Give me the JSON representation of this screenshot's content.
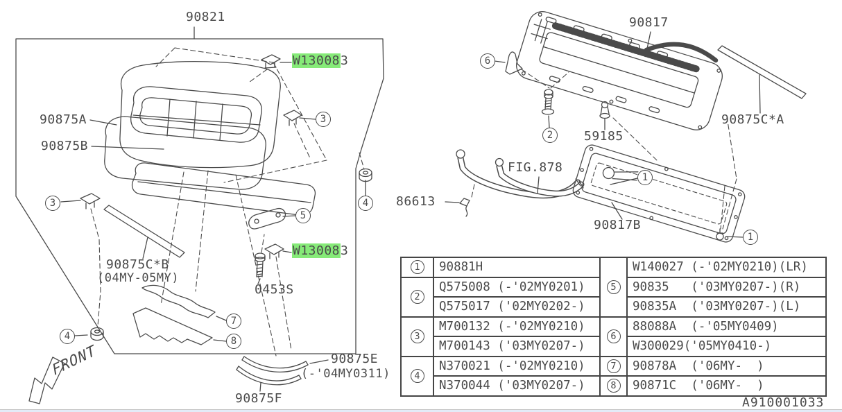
{
  "doc": {
    "number": "A910001033"
  },
  "colors": {
    "highlight": "#86ea78",
    "line": "#4a4a4a",
    "footer_strip": "#e3ebf7"
  },
  "labels": {
    "p90821": "90821",
    "p90875A": "90875A",
    "p90875B": "90875B",
    "w130083_hl": "W13008",
    "w130083_rest": "3",
    "p90875CB": "90875C*B",
    "p90875CB_range": "(04MY-05MY)",
    "p0453S": "0453S",
    "p90875E": "90875E",
    "p90875E_range": "(-'04MY0311)",
    "p90875F": "90875F",
    "front": "FRONT",
    "p90817": "90817",
    "p90875CA": "90875C*A",
    "p59185": "59185",
    "p86613": "86613",
    "fig878": "FIG.878",
    "p90817B": "90817B"
  },
  "callouts": [
    {
      "n": "3"
    },
    {
      "n": "4"
    },
    {
      "n": "3"
    },
    {
      "n": "5"
    },
    {
      "n": "7"
    },
    {
      "n": "8"
    },
    {
      "n": "4"
    },
    {
      "n": "6"
    },
    {
      "n": "2"
    },
    {
      "n": "1"
    },
    {
      "n": "1"
    }
  ],
  "table": {
    "left": [
      {
        "num": "1",
        "rows": [
          "90881H"
        ]
      },
      {
        "num": "2",
        "rows": [
          "Q575008 (-'02MY0201)",
          "Q575017 ('02MY0202-)"
        ]
      },
      {
        "num": "3",
        "rows": [
          "M700132 (-'02MY0210)",
          "M700143 ('03MY0207-)"
        ]
      },
      {
        "num": "4",
        "rows": [
          "N370021 (-'02MY0210)",
          "N370044 ('03MY0207-)"
        ]
      }
    ],
    "right": [
      {
        "num": "5",
        "rows": [
          "W140027 (-'02MY0210)(LR)",
          "90835   ('03MY0207-)(R)",
          "90835A  ('03MY0207-)(L)"
        ]
      },
      {
        "num": "6",
        "rows": [
          "88088A  (-'05MY0409)",
          "W300029('05MY0410-)"
        ]
      },
      {
        "num": "7",
        "rows": [
          "90878A  ('06MY-  )"
        ]
      },
      {
        "num": "8",
        "rows": [
          "90871C  ('06MY-  )"
        ]
      }
    ]
  }
}
